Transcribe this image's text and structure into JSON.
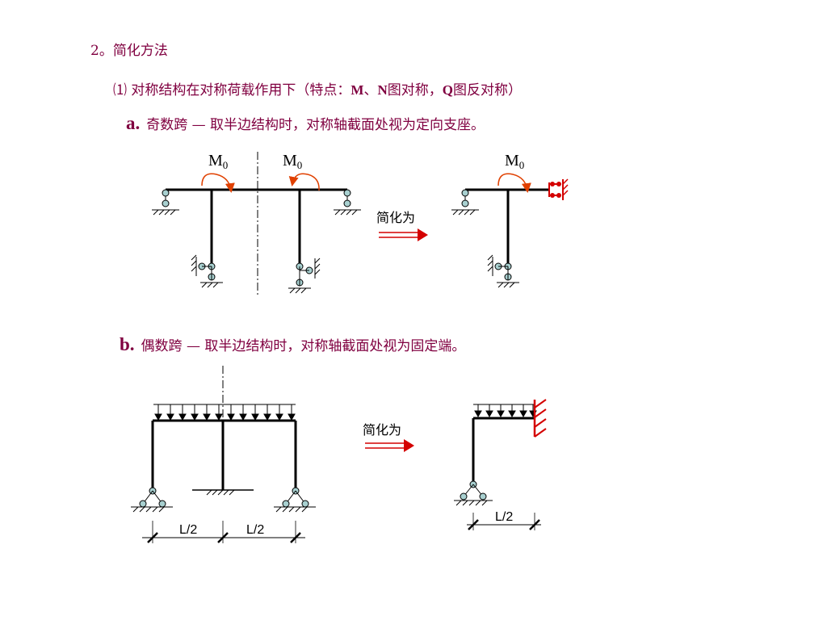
{
  "heading": "2。简化方法",
  "item1": {
    "num": "⑴",
    "text_a": " 对称结构在对称荷载作用下（特点：",
    "latin_m": "M",
    "sep": "、",
    "latin_n": "N",
    "text_b": "图对称，",
    "latin_q": "Q",
    "text_c": "图反对称）"
  },
  "case_a": {
    "marker": "a.",
    "text": "奇数跨 — 取半边结构时，对称轴截面处视为定向支座。",
    "moment_label": "M",
    "moment_sub": "0",
    "arrow_label": "简化为"
  },
  "case_b": {
    "marker": "b.",
    "text": "偶数跨 — 取半边结构时，对称轴截面处视为固定端。",
    "arrow_label": "简化为",
    "dim_label": "L/2"
  },
  "colors": {
    "text": "#800040",
    "accent_red": "#d40000",
    "moment_orange": "#e04000",
    "support_fill": "#a8d0d0",
    "structure": "#000000"
  }
}
